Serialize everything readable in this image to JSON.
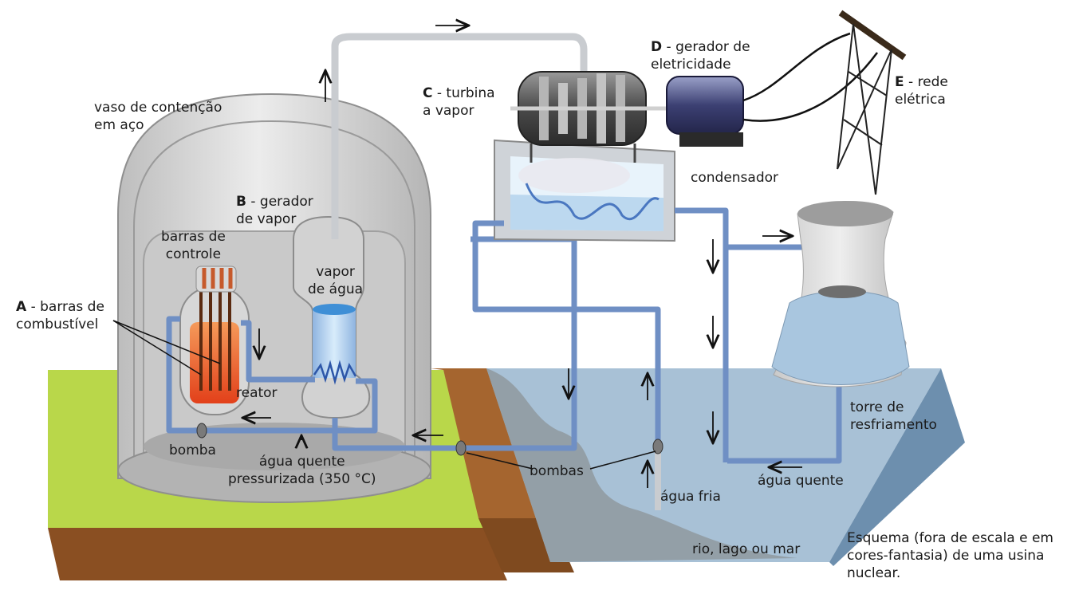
{
  "labels": {
    "vessel": "vaso de contenção\nem aço",
    "control_rods": "barras de\ncontrole",
    "steam_generator_letter": "B",
    "steam_generator": " - gerador\nde vapor",
    "steam": "vapor\nde água",
    "fuel_rods_letter": "A",
    "fuel_rods": " - barras de\ncombustível",
    "reactor": "reator",
    "pump": "bomba",
    "hot_pressurized_water": "água quente\npressurizada (350 °C)",
    "turbine_letter": "C",
    "turbine": " - turbina\na vapor",
    "generator_letter": "D",
    "generator": " - gerador de\neletricidade",
    "grid_letter": "E",
    "grid": " - rede\nelétrica",
    "condenser": "condensador",
    "pumps": "bombas",
    "cold_water": "água fria",
    "hot_water": "água quente",
    "cooling_tower": "torre de\nresfriamento",
    "water_body": "rio, lago ou mar"
  },
  "caption": "Esquema (fora de escala e em cores-fantasia) de uma usina nuclear.",
  "colors": {
    "pipe_blue": "#6f8fc4",
    "pipe_gray": "#c9ccd0",
    "ground_green": "#b8d64a",
    "ground_brown": "#a0622d",
    "water": "#9fb9cf",
    "dome": "#d9d9d9",
    "core_orange": "#e2561c",
    "tower_blue": "#a9c6df"
  }
}
